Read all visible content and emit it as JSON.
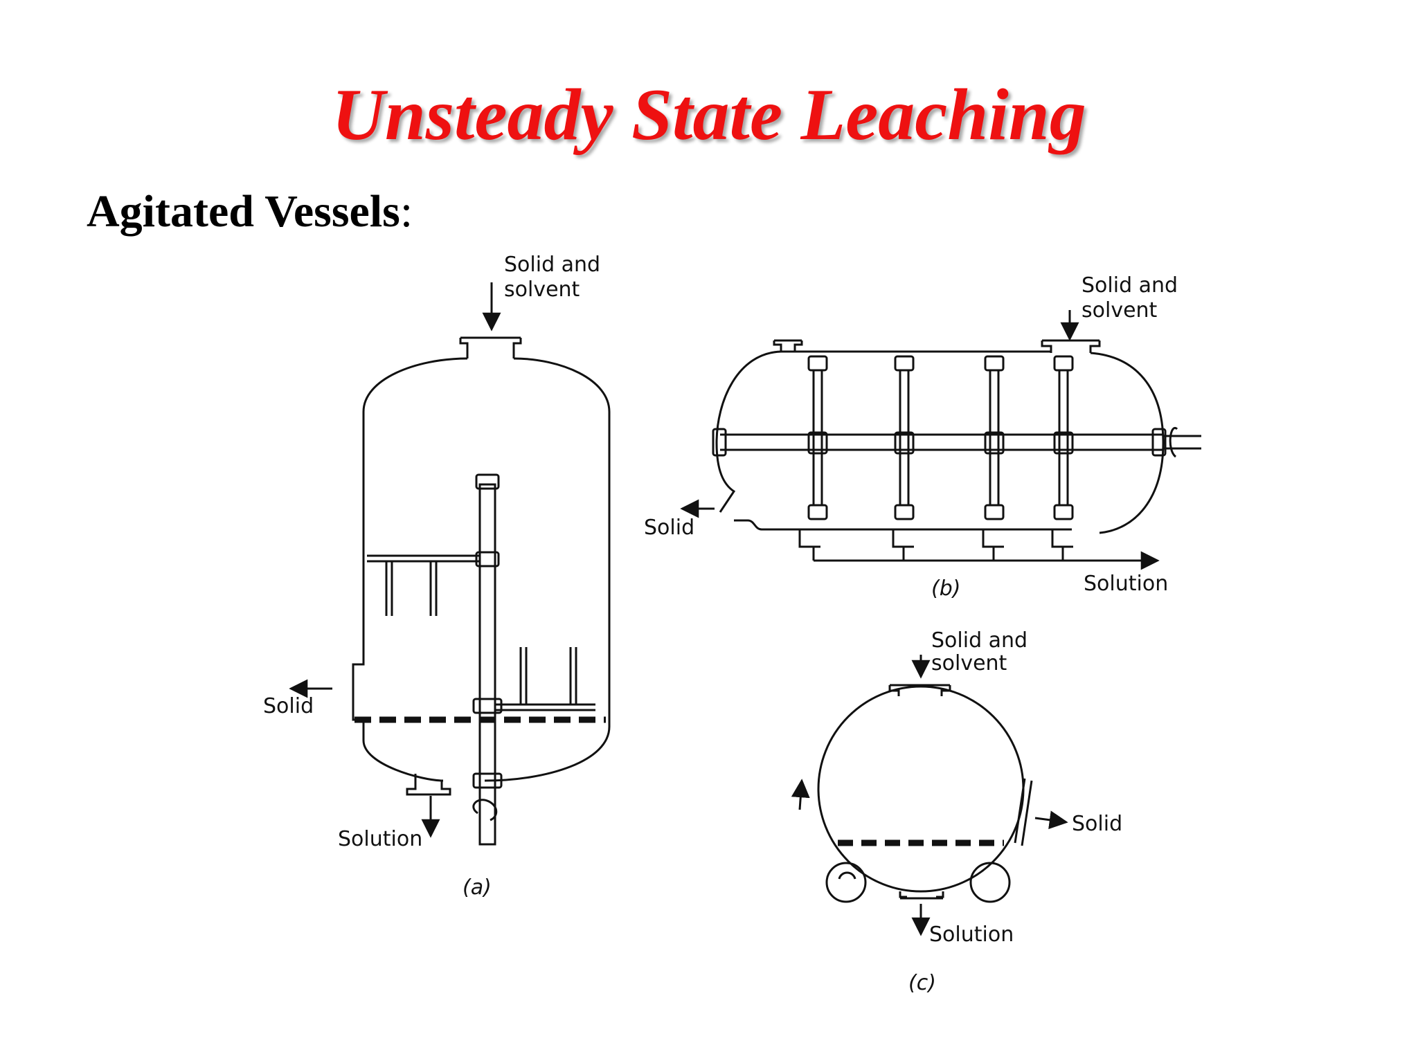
{
  "title": "Unsteady State Leaching",
  "subtitle": {
    "label": "Agitated Vessels",
    "suffix": ":"
  },
  "colors": {
    "title": "#ee1111",
    "ink": "#111111"
  },
  "figure_a": {
    "caption": "(a)",
    "inlet_line1": "Solid and",
    "inlet_line2": "solvent",
    "solid_label": "Solid",
    "solution_label": "Solution"
  },
  "figure_b": {
    "caption": "(b)",
    "inlet_line1": "Solid and",
    "inlet_line2": "solvent",
    "solid_label": "Solid",
    "solution_label": "Solution"
  },
  "figure_c": {
    "caption": "(c)",
    "inlet_line1": "Solid and",
    "inlet_line2": "solvent",
    "solid_label": "Solid",
    "solution_label": "Solution"
  }
}
